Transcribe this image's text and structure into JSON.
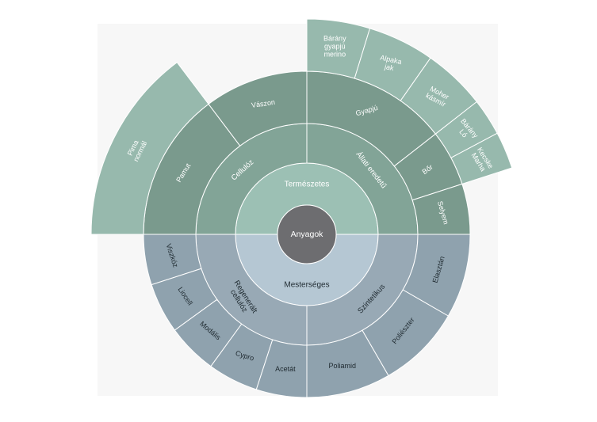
{
  "chart_data": {
    "type": "sunburst",
    "root": {
      "name": "Anyagok",
      "children": [
        {
          "name": "Természetes",
          "children": [
            {
              "name": "Cellulóz",
              "children": [
                {
                  "name": "Pamut",
                  "children": [
                    {
                      "name": "Pima normál"
                    }
                  ]
                },
                {
                  "name": "Vászon"
                }
              ]
            },
            {
              "name": "Állati eredetű",
              "children": [
                {
                  "name": "Gyapjú",
                  "children": [
                    {
                      "name": "Bárány gyapjú merino"
                    },
                    {
                      "name": "Alpaka jak"
                    },
                    {
                      "name": "Moher kásmír"
                    }
                  ]
                },
                {
                  "name": "Bőr",
                  "children": [
                    {
                      "name": "Bárány Ló"
                    },
                    {
                      "name": "Kecske Marha"
                    }
                  ]
                },
                {
                  "name": "Selyem"
                }
              ]
            }
          ]
        },
        {
          "name": "Mesterséges",
          "children": [
            {
              "name": "Regenerált cellulóz",
              "children": [
                {
                  "name": "Viszkóz"
                },
                {
                  "name": "Liocell"
                },
                {
                  "name": "Modális"
                },
                {
                  "name": "Cypro"
                },
                {
                  "name": "Acetát"
                }
              ]
            },
            {
              "name": "Szintetikus",
              "children": [
                {
                  "name": "Poliamid"
                },
                {
                  "name": "Poliészter"
                },
                {
                  "name": "Elasztán"
                }
              ]
            }
          ]
        }
      ]
    },
    "colors": {
      "center": "#6d6d70",
      "natural_ring1": "#9cc0b4",
      "natural_ring2": "#82a497",
      "natural_ring3": "#7a9a8d",
      "natural_ring4": "#97b9ad",
      "artificial_ring1": "#b5c7d3",
      "artificial_ring2": "#98a9b5",
      "artificial_ring3": "#8fa2ae",
      "separator": "#ffffff",
      "text_light": "#ffffff",
      "text_dark": "#1f2a30"
    }
  }
}
